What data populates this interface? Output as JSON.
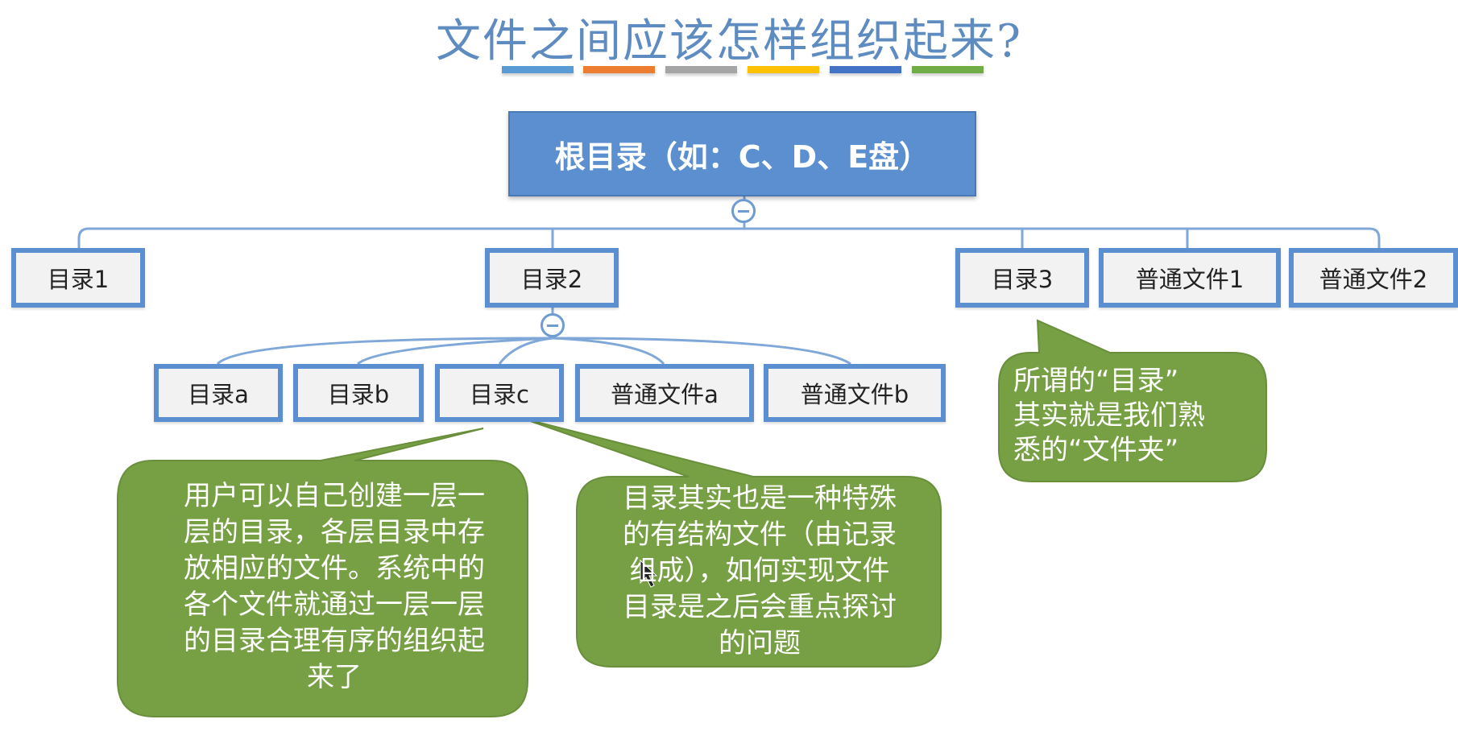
{
  "title": "文件之间应该怎样组织起来?",
  "color_strips": [
    "#5b9bd5",
    "#ed7d31",
    "#a5a5a5",
    "#ffc000",
    "#4472c4",
    "#70ad47"
  ],
  "root": "根目录（如：C、D、E盘）",
  "level1": [
    "目录1",
    "目录2",
    "目录3",
    "普通文件1",
    "普通文件2"
  ],
  "level2": [
    "目录a",
    "目录b",
    "目录c",
    "普通文件a",
    "普通文件b"
  ],
  "callouts": {
    "left": "用户可以自己创建一层一\n层的目录，各层目录中存\n放相应的文件。系统中的\n各个文件就通过一层一层\n的目录合理有序的组织起\n来了",
    "right": "目录其实也是一种特殊\n的有结构文件（由记录\n组成），如何实现文件\n目录是之后会重点探讨\n的问题",
    "top_right": "所谓的“目录”\n其实就是我们熟\n悉的“文件夹”"
  },
  "colors": {
    "title": "#5e8cc0",
    "node_border": "#5b8fcf",
    "root_fill": "#5b8fcf",
    "callout_fill": "#77a044",
    "connector": "#7fa7d8"
  },
  "icons": [
    "collapse-minus-icon",
    "cursor-arrow-icon"
  ]
}
